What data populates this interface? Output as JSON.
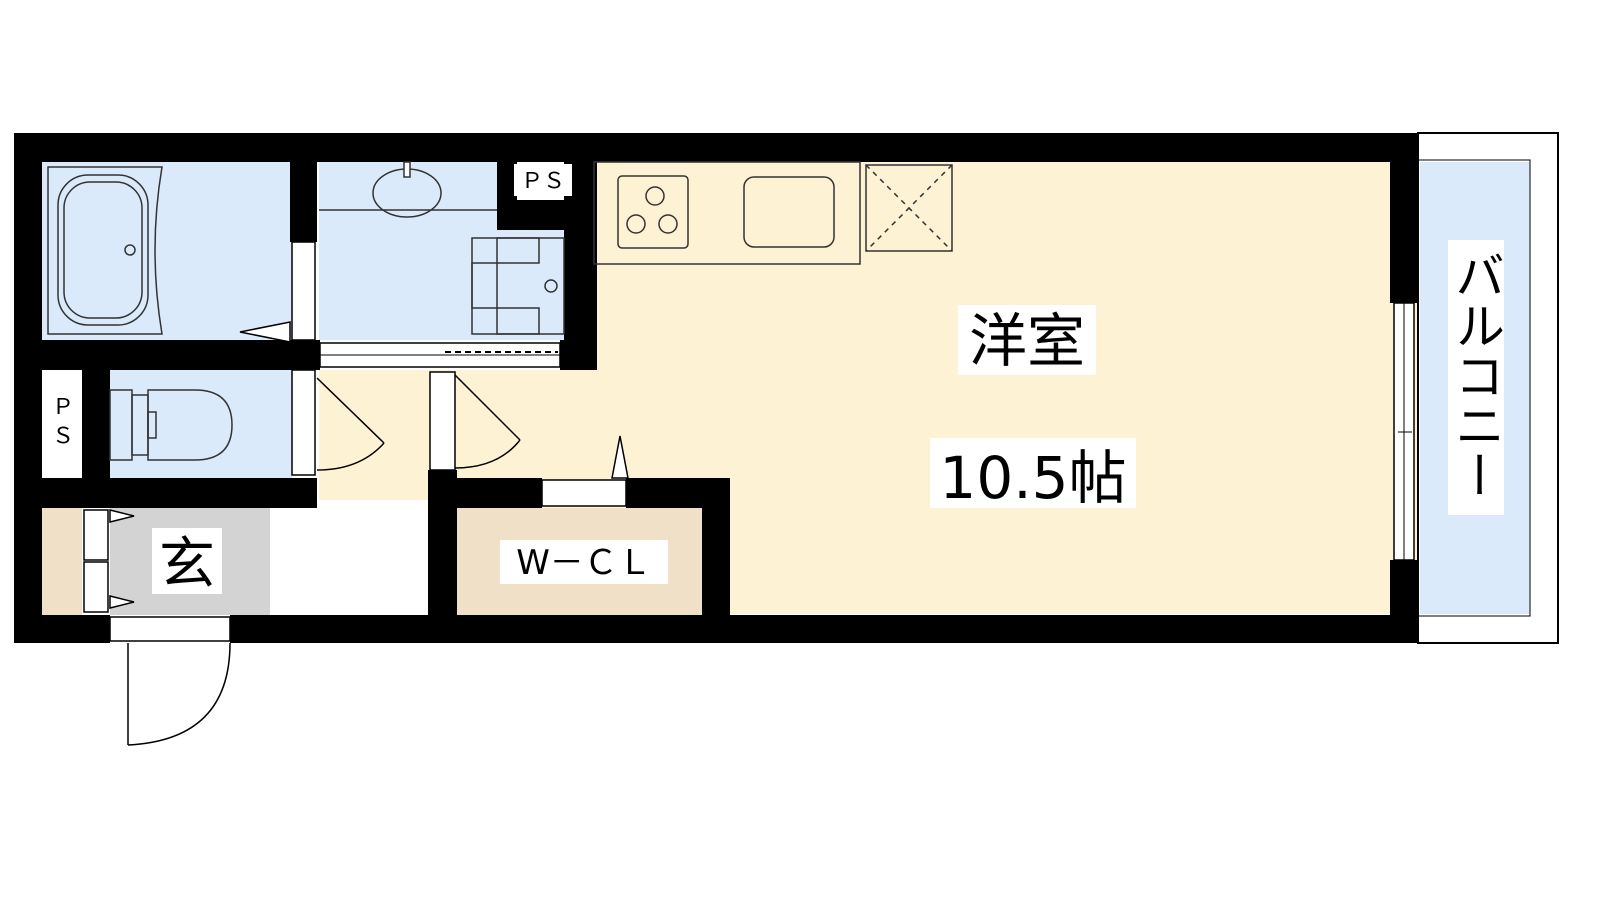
{
  "rooms": {
    "western_room": {
      "name": "洋室",
      "size": "10.5帖"
    },
    "entrance": {
      "name": "玄"
    },
    "walk_in_closet": {
      "name": "W－ＣＬ"
    },
    "balcony": {
      "name": "バルコニー"
    },
    "pipe_space_upper": {
      "name": "ＰＳ"
    },
    "pipe_space_lower": {
      "line1": "Ｐ",
      "line2": "Ｓ"
    }
  },
  "colors": {
    "wall": "#000000",
    "western_room": "#fdf2d4",
    "wet_area": "#dbeafb",
    "entrance": "#d3d3d3",
    "closet": "#f1e0c8",
    "outline": "#333333"
  }
}
